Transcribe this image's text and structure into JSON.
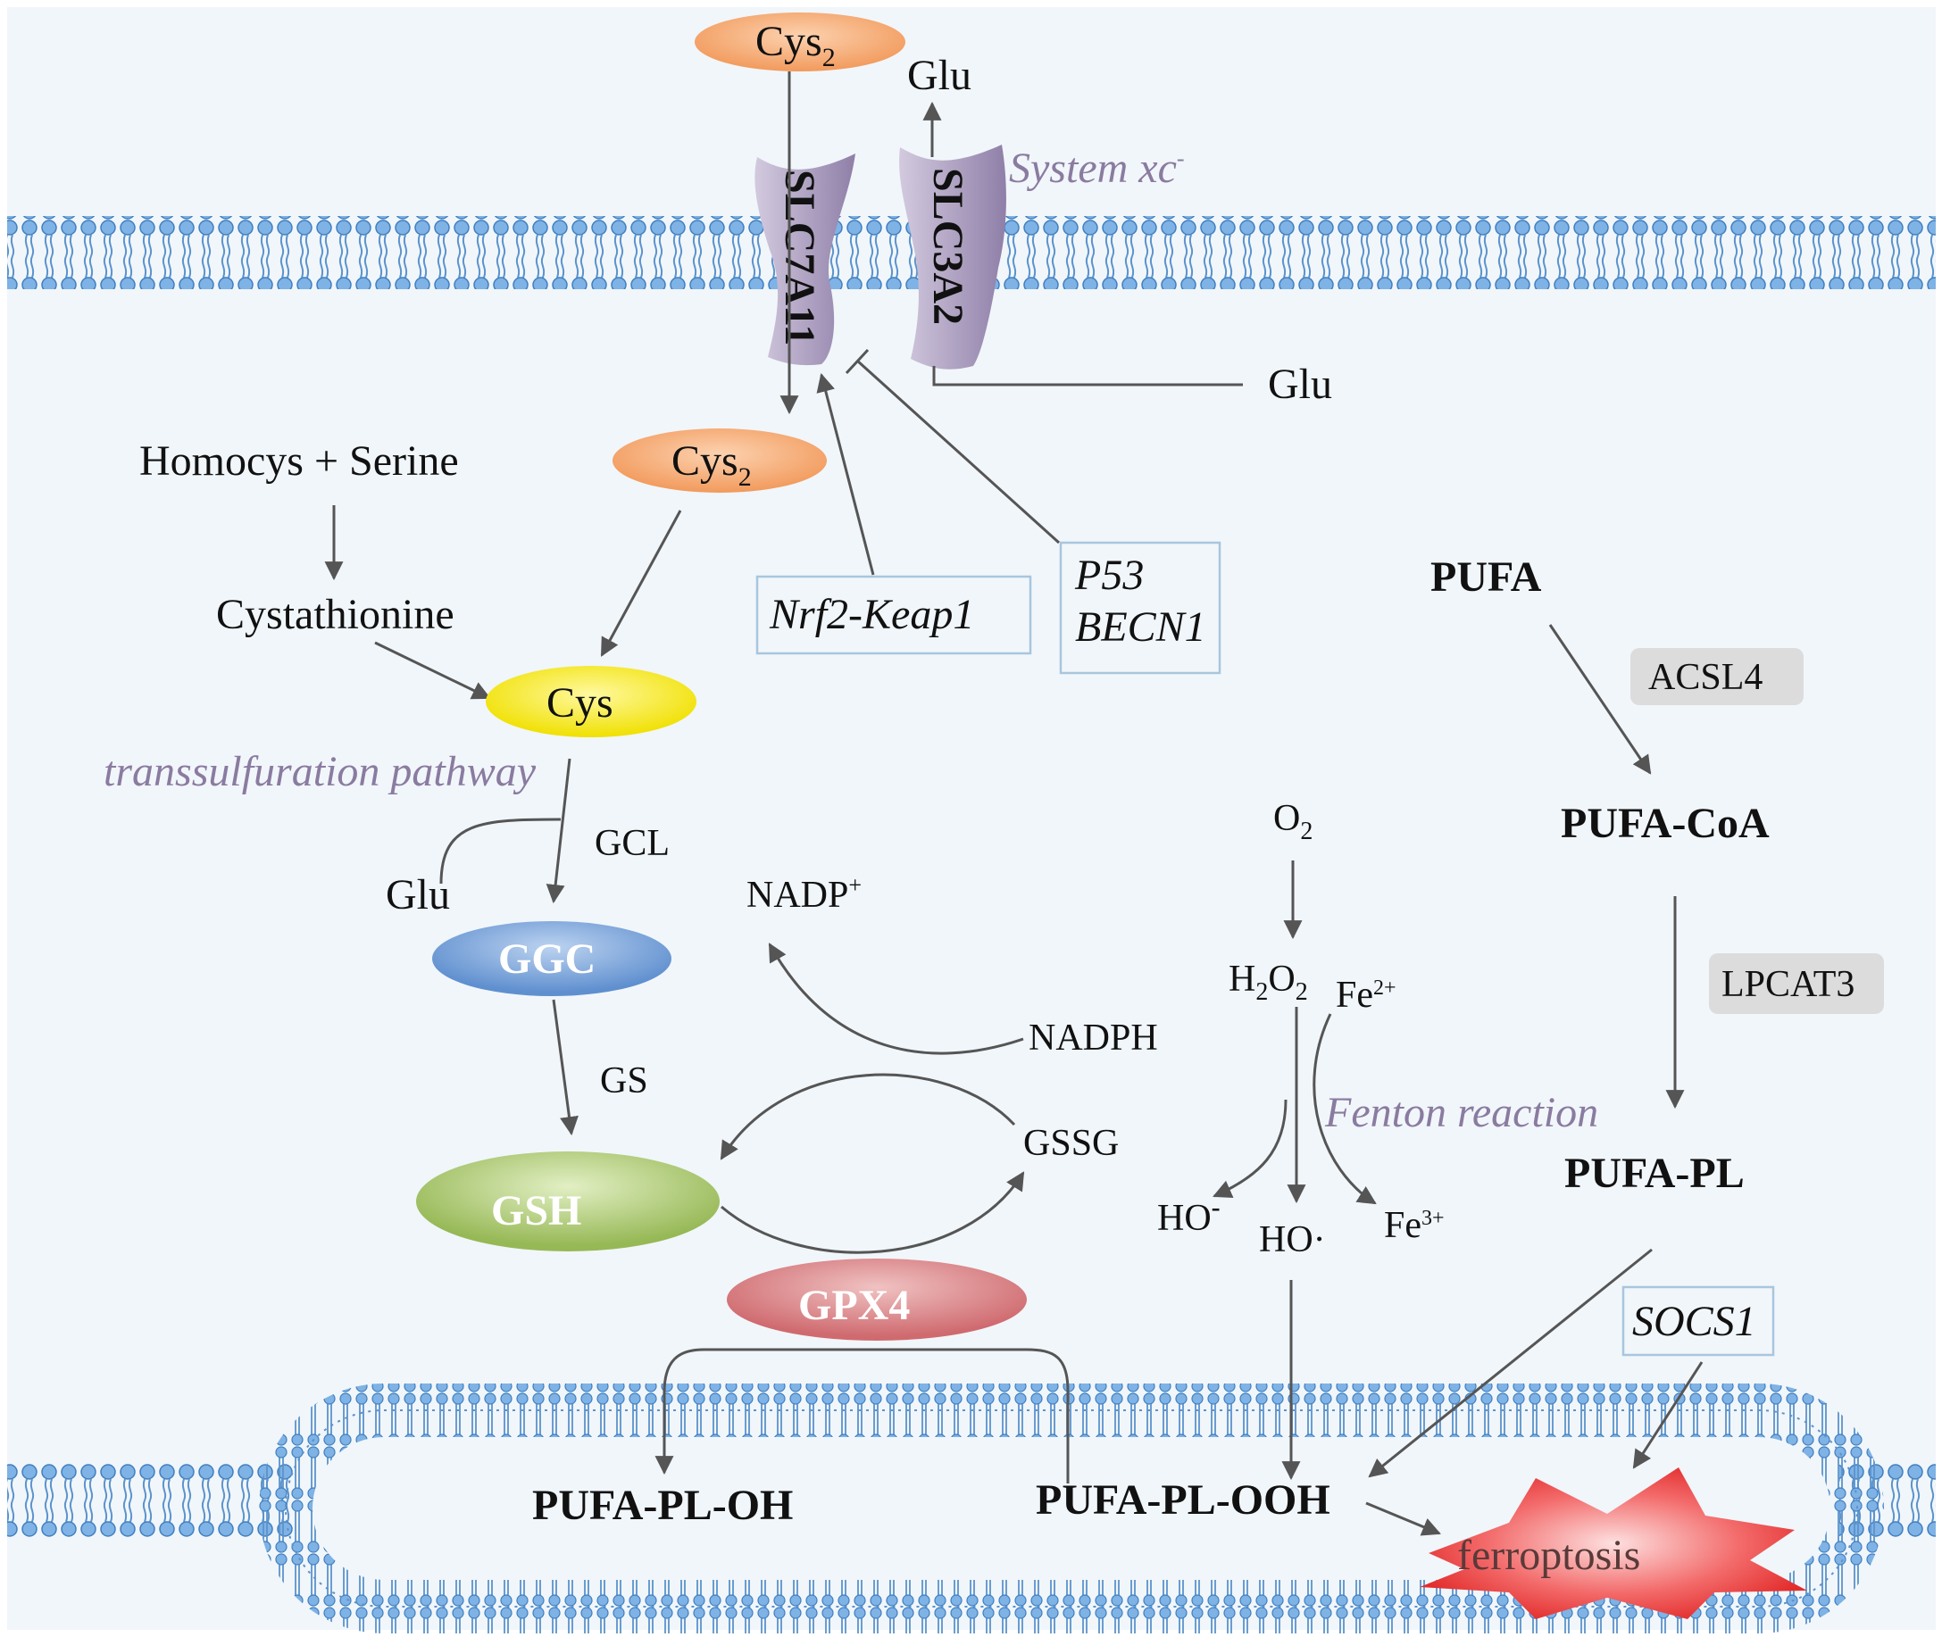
{
  "diagram": {
    "transporter": {
      "slc7a11": "SLC7A11",
      "slc3a2": "SLC3A2",
      "system_label": "System xc",
      "system_sup": "-"
    },
    "nodes": {
      "cys2_top": "Cys",
      "cys2_top_sub": "2",
      "glu_top": "Glu",
      "glu_right": "Glu",
      "cys2_mid": "Cys",
      "cys2_mid_sub": "2",
      "homocys_serine": "Homocys + Serine",
      "cystathionine": "Cystathionine",
      "cys": "Cys",
      "transsulfuration": "transsulfuration pathway",
      "gcl": "GCL",
      "glu_left": "Glu",
      "ggc": "GGC",
      "gs": "GS",
      "gsh": "GSH",
      "gssg": "GSSG",
      "nadp": "NADP",
      "nadp_sup": "+",
      "nadph": "NADPH",
      "gpx4": "GPX4",
      "pufa_pl_oh": "PUFA-PL-OH",
      "pufa_pl_ooh": "PUFA-PL-OOH",
      "ferroptosis": "ferroptosis",
      "o2": "O",
      "o2_sub": "2",
      "h2o2_h": "H",
      "h2o2_sub1": "2",
      "h2o2_o": "O",
      "h2o2_sub2": "2",
      "fe2": "Fe",
      "fe2_sup": "2+",
      "fenton": "Fenton reaction",
      "ho_minus": "HO",
      "ho_minus_sup": "-",
      "ho_dot": "HO·",
      "fe3": "Fe",
      "fe3_sup": "3+",
      "pufa": "PUFA",
      "acsl4": "ACSL4",
      "pufa_coa": "PUFA-CoA",
      "lpcat3": "LPCAT3",
      "pufa_pl": "PUFA-PL",
      "socs1": "SOCS1"
    },
    "boxes": {
      "nrf2": "Nrf2-Keap1",
      "p53": "P53",
      "becn1": "BECN1"
    },
    "colors": {
      "background": "#f1f6fa",
      "membrane": "#5b9bd5",
      "transporter": "#a99bbd",
      "cys2": "#f4a46a",
      "cys": "#f2e600",
      "ggc": "#6f9fd6",
      "gsh": "#a9c56b",
      "gpx4": "#d97b7f",
      "ferroptosis": "#e83b3b",
      "enzyme_box": "#dcdcdc",
      "text_purple": "#8a7ba0"
    }
  }
}
